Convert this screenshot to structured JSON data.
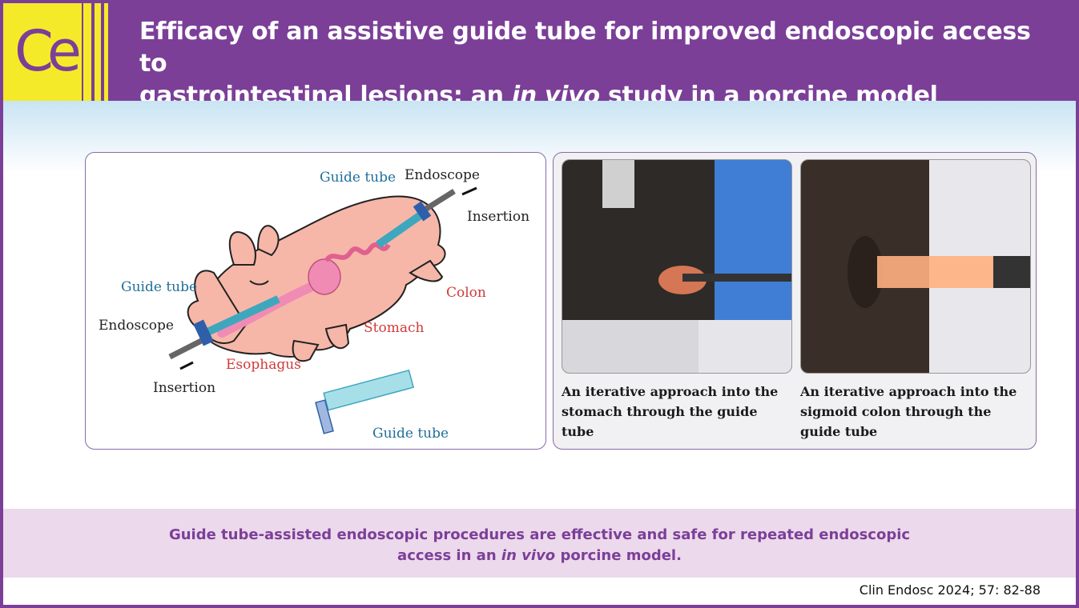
{
  "header": {
    "logo_text": "Ce",
    "title_line1": "Efficacy of an assistive guide tube for improved endoscopic access to",
    "title_line2_pre": "gastrointestinal lesions: an ",
    "title_line2_em": "in vivo",
    "title_line2_post": " study in a porcine model"
  },
  "diagram": {
    "labels": {
      "guide_tube_top": "Guide tube",
      "endoscope_top": "Endoscope",
      "insertion_top": "Insertion",
      "colon": "Colon",
      "guide_tube_left": "Guide tube",
      "endoscope_left": "Endoscope",
      "stomach": "Stomach",
      "esophagus": "Esophagus",
      "insertion_bottom": "Insertion",
      "guide_tube_bottom": "Guide tube"
    },
    "colors": {
      "pig_fill": "#f6b7a8",
      "tube": "#3fa7bd",
      "tube_label": "#1f6f9a",
      "organ_label": "#d23a3a",
      "stomach": "#f08cb4"
    }
  },
  "photos": [
    {
      "caption": "An iterative approach into the stomach through the guide tube",
      "line1": "An iterative approach into the",
      "line2": "stomach through the guide tube",
      "line3": ""
    },
    {
      "caption": "An iterative approach into the sigmoid colon through the guide tube",
      "line1": "An iterative approach into the",
      "line2": "sigmoid colon through the",
      "line3": "guide tube"
    }
  ],
  "conclusion": {
    "line1": "Guide tube-assisted endoscopic procedures are effective and safe for repeated endoscopic",
    "line2_pre": "access in an ",
    "line2_em": "in vivo",
    "line2_post": " porcine model."
  },
  "citation": "Clin Endosc 2024; 57: 82-88"
}
